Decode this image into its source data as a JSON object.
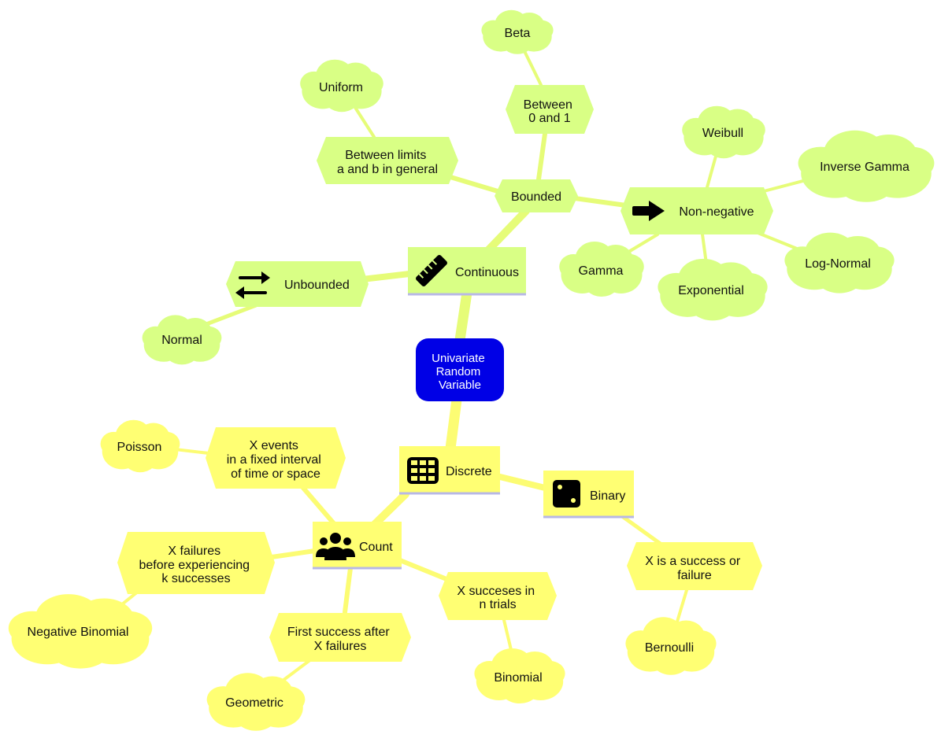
{
  "colors": {
    "root_fill": "#0000e6",
    "root_text": "#ffffff",
    "continuous_fill": "#d9ff85",
    "continuous_edge": "#e6fc78",
    "discrete_fill": "#ffff73",
    "discrete_edge": "#fcfc73",
    "underline": "#b8b8e6"
  },
  "root": {
    "lines": [
      "Univariate",
      "Random",
      "Variable"
    ]
  },
  "continuous": {
    "label": "Continuous",
    "icon": "ruler-icon",
    "unbounded": {
      "label": "Unbounded",
      "icon": "swap-arrows-icon",
      "normal": "Normal"
    },
    "bounded": {
      "label": "Bounded",
      "between_limits": {
        "lines": [
          "Between limits",
          "a and b in general"
        ],
        "uniform": "Uniform"
      },
      "between_01": {
        "lines": [
          "Between",
          "0 and 1"
        ],
        "beta": "Beta"
      },
      "non_negative": {
        "label": "Non-negative",
        "icon": "right-arrow-icon",
        "weibull": "Weibull",
        "inverse_gamma": "Inverse Gamma",
        "log_normal": "Log-Normal",
        "exponential": "Exponential",
        "gamma": "Gamma"
      }
    }
  },
  "discrete": {
    "label": "Discrete",
    "icon": "grid-icon",
    "binary": {
      "label": "Binary",
      "icon": "dice-icon",
      "success_failure": {
        "lines": [
          "X is a success or",
          "failure"
        ],
        "bernoulli": "Bernoulli"
      }
    },
    "count": {
      "label": "Count",
      "icon": "people-icon",
      "events": {
        "lines": [
          "X events",
          "in a fixed interval",
          "of time or space"
        ],
        "poisson": "Poisson"
      },
      "failures": {
        "lines": [
          "X failures",
          "before experiencing",
          "k successes"
        ],
        "negative_binomial": "Negative Binomial"
      },
      "first_success": {
        "lines": [
          "First success after",
          "X failures"
        ],
        "geometric": "Geometric"
      },
      "successes": {
        "lines": [
          "X succeses in",
          "n trials"
        ],
        "binomial": "Binomial"
      }
    }
  }
}
